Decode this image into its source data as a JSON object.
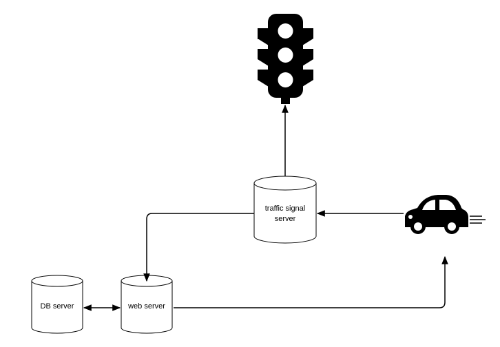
{
  "nodes": {
    "traffic_signal_server": {
      "label_line1": "traffic signal",
      "label_line2": "server"
    },
    "db_server": {
      "label": "DB server"
    },
    "web_server": {
      "label": "web server"
    }
  },
  "icons": {
    "traffic_light": "traffic-light-icon",
    "car": "car-icon"
  },
  "colors": {
    "stroke": "#000000",
    "fill": "#ffffff"
  }
}
